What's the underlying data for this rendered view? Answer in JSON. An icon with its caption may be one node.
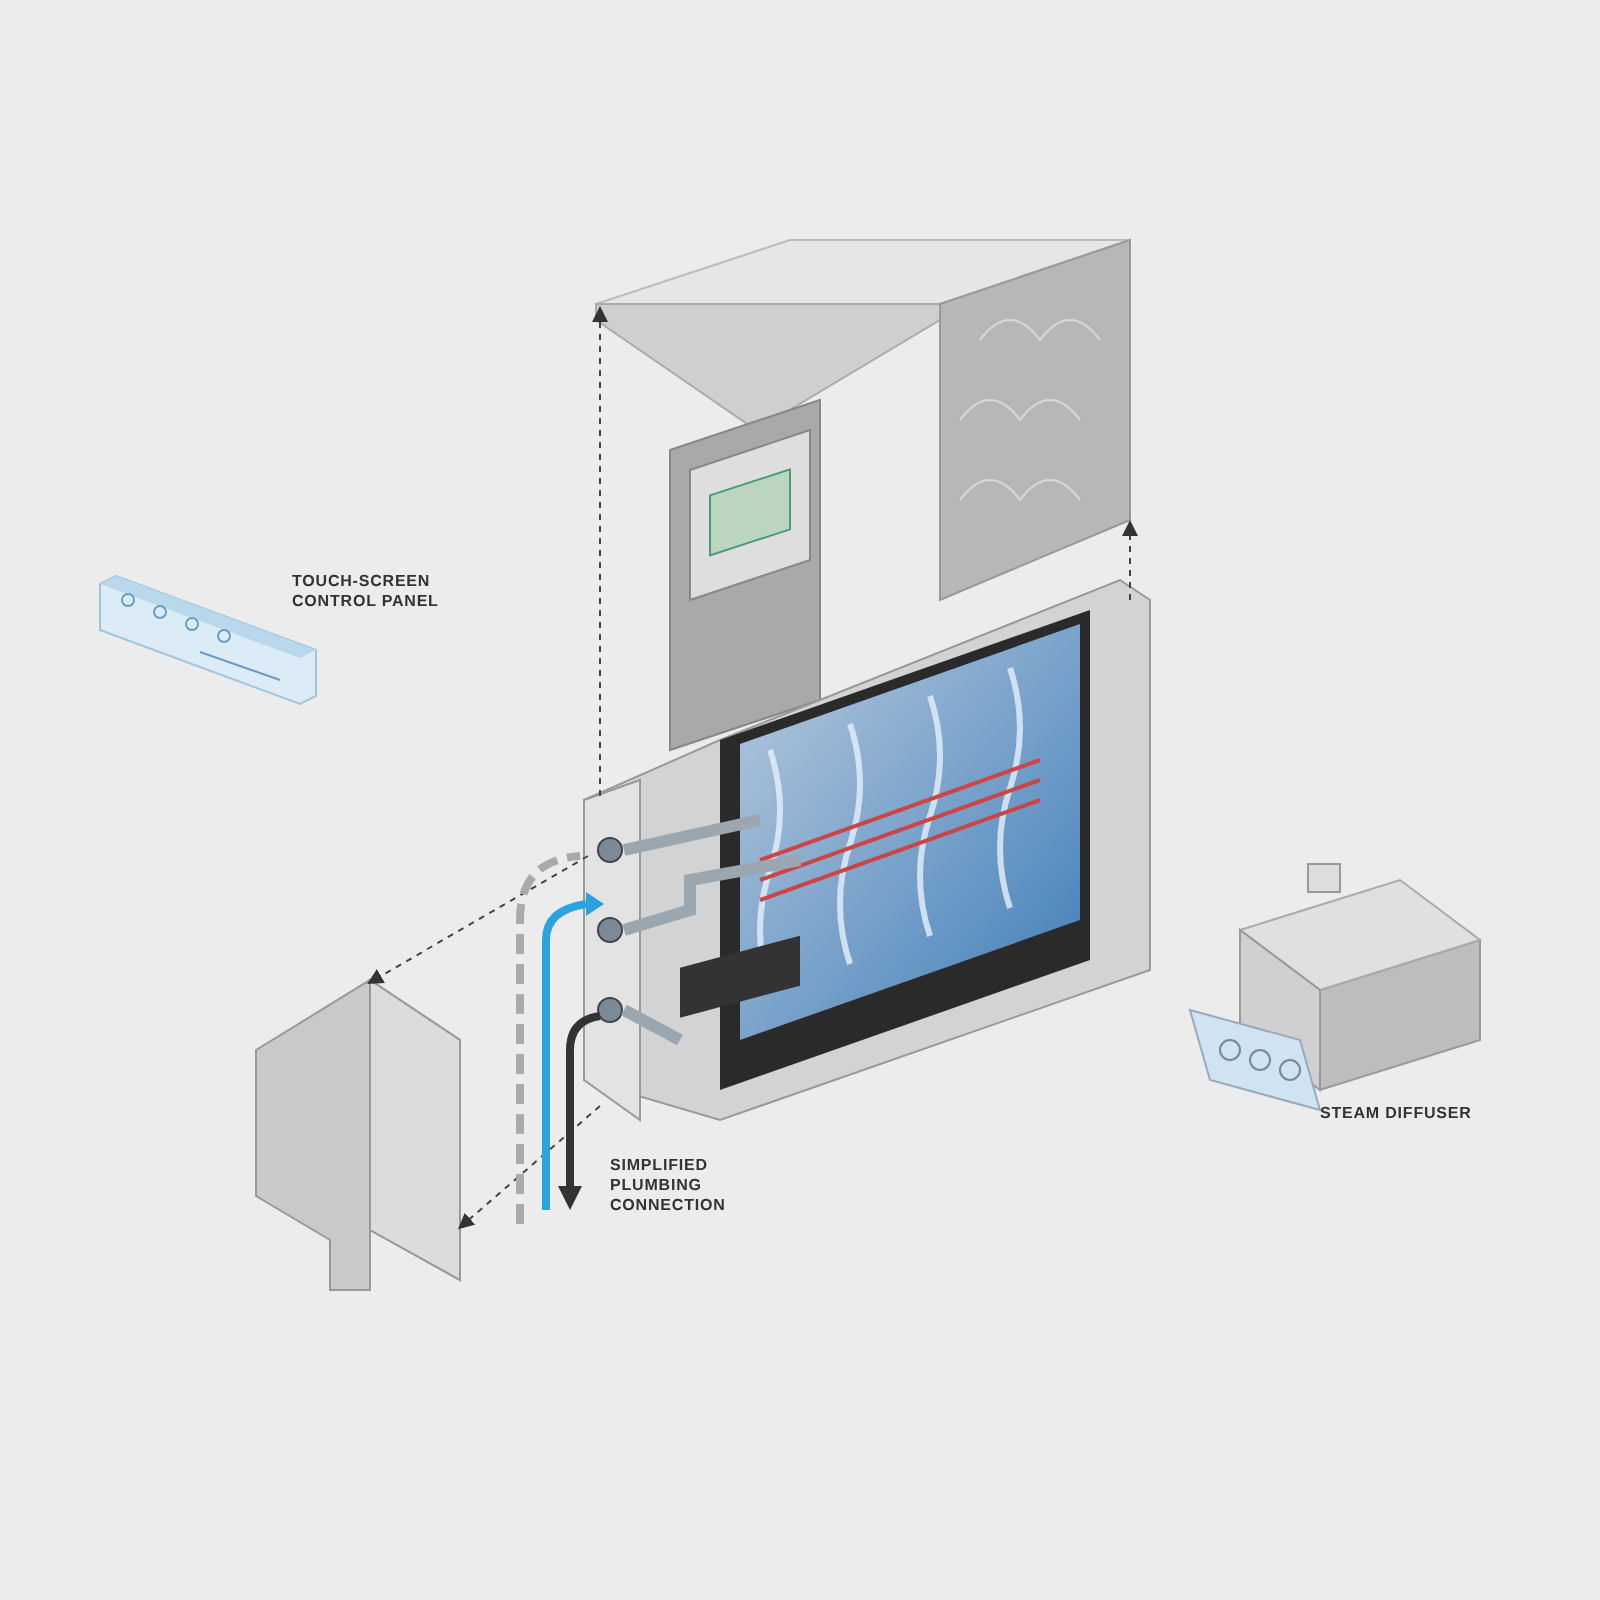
{
  "diagram": {
    "nodes": [
      {
        "text": [],
        "shape": "picture"
      },
      {
        "text": [],
        "shape": "picture"
      },
      {
        "text": [],
        "shape": "picture"
      }
    ],
    "edges": [
      {
        "from": 1,
        "to": 0,
        "arrow": "to",
        "style": "dashed"
      },
      {
        "from": 1,
        "to": 0,
        "arrow": "to",
        "style": "dashed"
      },
      {
        "from": 1,
        "to": 2,
        "arrow": "to",
        "style": "dashed"
      },
      {
        "from": 1,
        "to": 2,
        "arrow": "to",
        "style": "dashed"
      }
    ],
    "labels": [
      "TOUCH-SCREEN CONTROL PANEL",
      "SIMPLIFIED PLUMBING CONNECTION",
      "STEAM DIFFUSER"
    ]
  }
}
